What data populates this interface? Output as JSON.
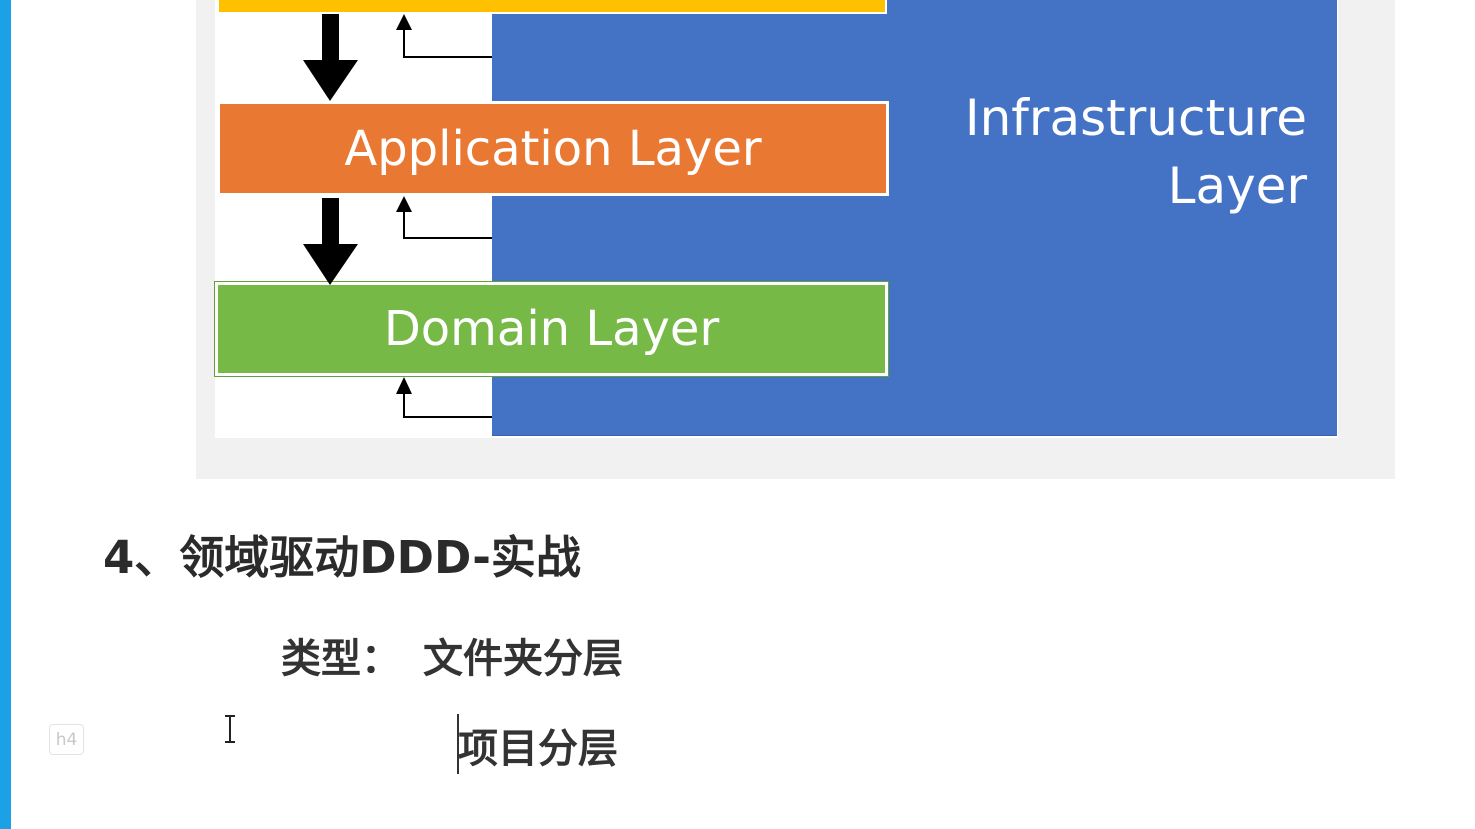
{
  "diagram": {
    "layers": {
      "application": "Application Layer",
      "domain": "Domain Layer",
      "infrastructure": [
        "Infrastructure",
        "Layer"
      ]
    },
    "colors": {
      "presentation": "#ffc000",
      "application": "#e97832",
      "domain": "#76b947",
      "infrastructure": "#4472c4"
    }
  },
  "document": {
    "heading": "4、领域驱动DDD-实战",
    "type_label": "类型：",
    "type_value": "文件夹分层",
    "editing_text": "项目分层",
    "block_badge": "h4"
  },
  "icons": {
    "cursor": "text-cursor-ibeam-icon"
  }
}
